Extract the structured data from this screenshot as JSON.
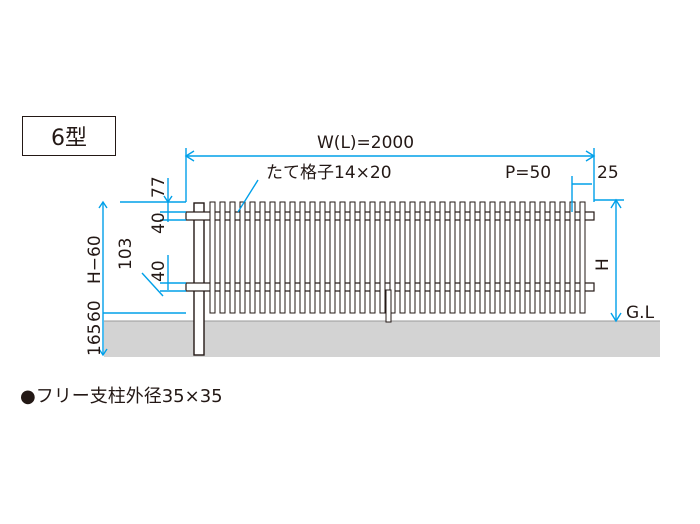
{
  "type_label": "6型",
  "dimensions": {
    "width": "W(L)=2000",
    "lattice": "たて格子14×20",
    "pitch": "P=50",
    "end_gap": "25",
    "top": "77",
    "upper_rail": "40",
    "height_var": "H−60",
    "mid_gap": "103",
    "lower_rail": "40",
    "bottom": "60",
    "embed": "165",
    "height": "H",
    "ground": "G.L"
  },
  "note": "●フリー支柱外径35×35",
  "colors": {
    "line": "#231815",
    "dimension": "#00a0e9",
    "ground": "#d3d3d3"
  }
}
